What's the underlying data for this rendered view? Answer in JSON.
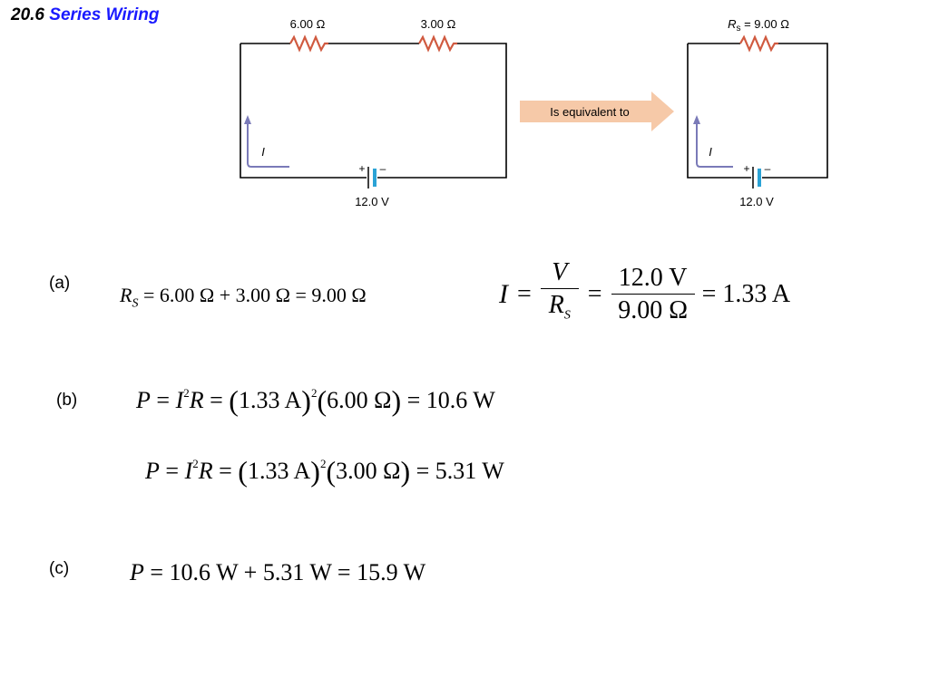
{
  "title": {
    "number": "20.6",
    "name": "Series Wiring"
  },
  "diagram": {
    "left_circuit": {
      "r1_label": "6.00 Ω",
      "r2_label": "3.00 Ω",
      "current_label": "I",
      "battery_plus": "+",
      "battery_minus": "–",
      "voltage_label": "12.0 V"
    },
    "arrow_label": "Is equivalent to",
    "right_circuit": {
      "rs_symbol": "R",
      "rs_subscript": "s",
      "rs_value": " = 9.00 Ω",
      "current_label": "I",
      "battery_plus": "+",
      "battery_minus": "–",
      "voltage_label": "12.0 V"
    }
  },
  "parts": {
    "a": {
      "label": "(a)",
      "rs_eq_lhs": "R",
      "rs_eq_sub": "S",
      "rs_eq_rhs": " = 6.00 Ω + 3.00 Ω = 9.00 Ω",
      "i_eq_lhs": "I",
      "i_eq_equals": "=",
      "i_eq_frac1_num": "V",
      "i_eq_frac1_den": "R",
      "i_eq_frac1_den_sub": "S",
      "i_eq_equals2": "=",
      "i_eq_frac2_num": "12.0 V",
      "i_eq_frac2_den": "9.00 Ω",
      "i_eq_result": "= 1.33 A"
    },
    "b": {
      "label": "(b)",
      "eq1_p": "P",
      "eq1_mid": " = ",
      "eq1_i": "I",
      "eq1_exp": "2",
      "eq1_r": "R",
      "eq1_eq": " = ",
      "eq1_current": "1.33 A",
      "eq1_current_exp": "2",
      "eq1_resistance": "6.00 Ω",
      "eq1_result": " = 10.6 W",
      "eq2_p": "P",
      "eq2_mid": " = ",
      "eq2_i": "I",
      "eq2_exp": "2",
      "eq2_r": "R",
      "eq2_eq": " = ",
      "eq2_current": "1.33 A",
      "eq2_current_exp": "2",
      "eq2_resistance": "3.00 Ω",
      "eq2_result": " = 5.31 W"
    },
    "c": {
      "label": "(c)",
      "eq_p": "P",
      "eq_rhs": " = 10.6 W + 5.31 W = 15.9 W"
    }
  },
  "colors": {
    "title_accent": "#1a1aff",
    "resistor": "#d05a40",
    "arrow_fill": "#f6c9a8",
    "current_arrow": "#7a7ab8",
    "battery": "#2ba3d6"
  }
}
